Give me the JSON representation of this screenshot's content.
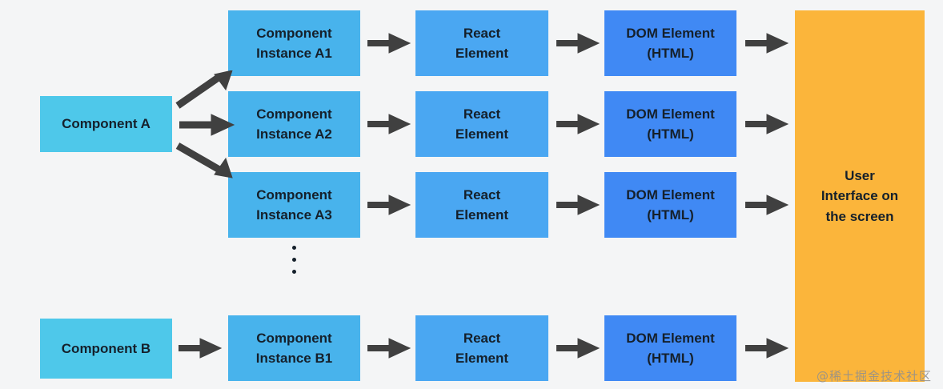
{
  "diagram": {
    "title": "React component instantiation and rendering flow",
    "background_color": "#f4f5f6",
    "arrow_color": "#404040",
    "text_color": "#15202b",
    "colors": {
      "component": "#4ec8ea",
      "component_instance": "#48b3ec",
      "react_element": "#4aa7f2",
      "dom_element": "#4089f4",
      "user_interface": "#fbb53b"
    },
    "columns": [
      {
        "key": "component",
        "label": "Component"
      },
      {
        "key": "component_instance",
        "label": "Component Instance"
      },
      {
        "key": "react_element",
        "label": "React Element"
      },
      {
        "key": "dom_element",
        "label": "DOM Element (HTML)"
      },
      {
        "key": "user_interface",
        "label": "User Interface"
      }
    ],
    "nodes": {
      "component_a": "Component A",
      "component_b": "Component B",
      "instance_a1": "Component\nInstance A1",
      "instance_a2": "Component\nInstance A2",
      "instance_a3": "Component\nInstance A3",
      "instance_b1": "Component\nInstance B1",
      "react_element_1": "React\nElement",
      "react_element_2": "React\nElement",
      "react_element_3": "React\nElement",
      "react_element_4": "React\nElement",
      "dom_element_1": "DOM Element\n(HTML)",
      "dom_element_2": "DOM Element\n(HTML)",
      "dom_element_3": "DOM Element\n(HTML)",
      "dom_element_4": "DOM Element\n(HTML)",
      "user_interface": "User\nInterface on\nthe screen"
    },
    "ellipsis": "vertical-ellipsis",
    "watermark": "@稀土掘金技术社区"
  }
}
